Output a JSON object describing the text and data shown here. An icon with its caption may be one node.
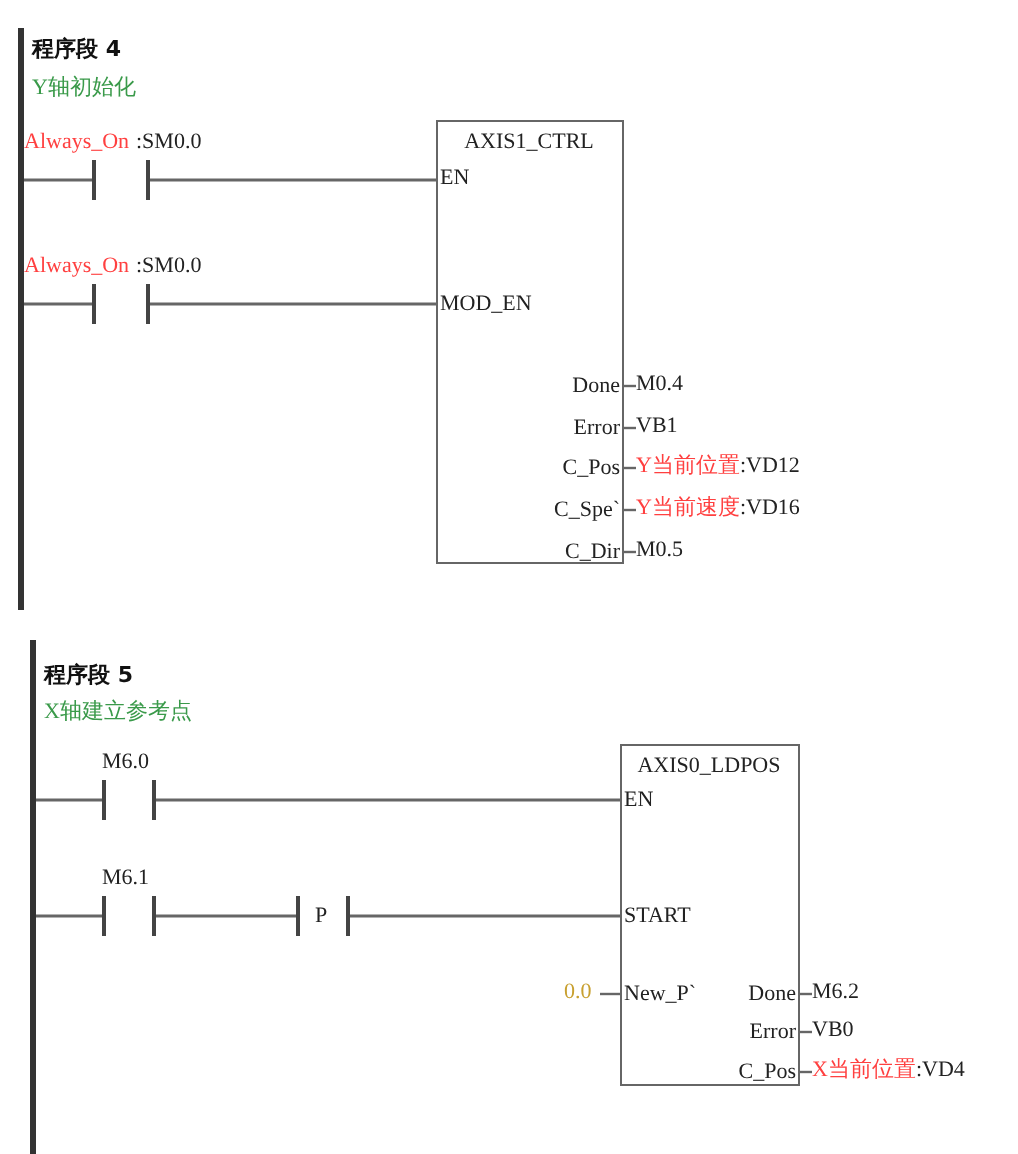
{
  "diagram": {
    "nodes": [
      {
        "text": [],
        "shape": "bar"
      },
      {
        "text": [
          "Always_On",
          ":SM0.0"
        ]
      },
      {
        "text": [
          "Always_On",
          ":SM0.0"
        ]
      },
      {
        "text": [
          "AXIS1_CTRL",
          "EN",
          "MOD_EN",
          "Done",
          "Error",
          "C_Pos",
          "C_Spe`",
          "C_Dir"
        ]
      },
      {
        "text": [],
        "shape": "bar"
      },
      {
        "text": [
          "M6.0"
        ]
      },
      {
        "text": [
          "M6.1"
        ]
      },
      {
        "text": [
          "P"
        ]
      },
      {
        "text": [
          "AXIS0_LDPOS",
          "EN",
          "START",
          "New_P`",
          "Done",
          "Error",
          "C_Pos"
        ]
      }
    ],
    "edges": [
      {
        "from": 0,
        "to": 1,
        "arrow": "none"
      },
      {
        "from": 1,
        "to": 3,
        "arrow": "none"
      },
      {
        "from": 0,
        "to": 2,
        "arrow": "none"
      },
      {
        "from": 2,
        "to": 3,
        "arrow": "none"
      },
      {
        "from": 4,
        "to": 5,
        "arrow": "none"
      },
      {
        "from": 5,
        "to": 8,
        "arrow": "none"
      },
      {
        "from": 4,
        "to": 6,
        "arrow": "none"
      },
      {
        "from": 6,
        "to": 7,
        "arrow": "none"
      },
      {
        "from": 7,
        "to": 8,
        "arrow": "none"
      }
    ],
    "labels": [
      "程序段 4",
      "Y轴初始化",
      "M0.4",
      "VB1",
      "Y当前位置",
      ":VD12",
      "Y当前速度",
      ":VD16",
      "M0.5",
      "程序段 5",
      "X轴建立参考点",
      "0.0",
      "M6.2",
      "VB0",
      "X当前位置",
      ":VD4"
    ]
  }
}
